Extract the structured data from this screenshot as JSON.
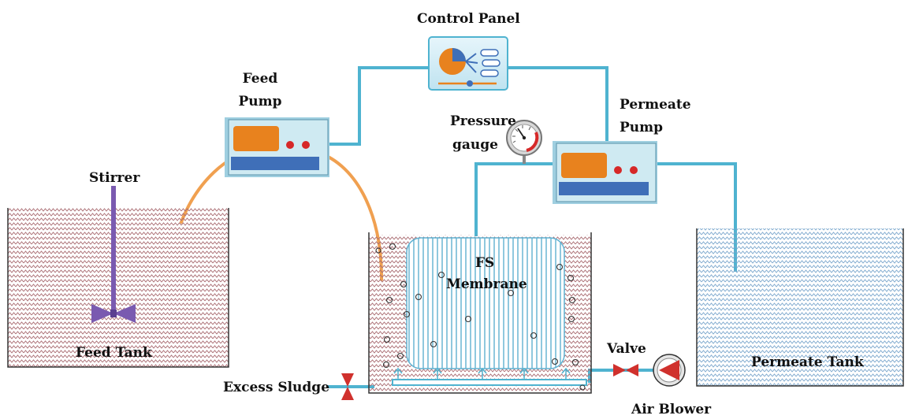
{
  "labels": {
    "control_panel": "Control Panel",
    "feed_pump_1": "Feed",
    "feed_pump_2": "Pump",
    "stirrer": "Stirrer",
    "feed_tank": "Feed Tank",
    "pressure_1": "Pressure",
    "pressure_2": "gauge",
    "permeate_pump_1": "Permeate",
    "permeate_pump_2": "Pump",
    "fs_1": "FS",
    "fs_2": "Membrane",
    "valve": "Valve",
    "air_blower": "Air Blower",
    "excess_sludge": "Excess Sludge",
    "permeate_tank": "Permeate Tank"
  },
  "colors": {
    "pipe": "#4fb3d0",
    "hose": "#f0a050",
    "sludge_pattern": "#a86a70",
    "permeate_pattern": "#7aa6cc",
    "membrane": "#5fb0d0",
    "pump_body": "#cfeaf2",
    "pump_display": "#e8821e",
    "pump_bar": "#3f6fb8",
    "knob": "#d62828",
    "stirrer": "#7a5ab0",
    "valve": "#d0312d"
  },
  "icons": [
    "control-panel-icon",
    "pressure-gauge-icon",
    "valve-icon",
    "air-blower-icon",
    "stirrer-icon"
  ]
}
